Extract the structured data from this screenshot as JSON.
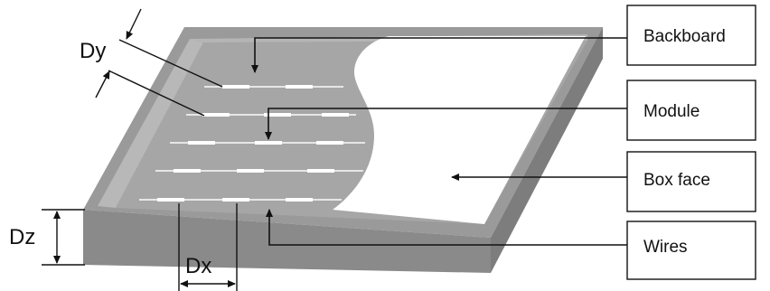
{
  "labels": {
    "backboard": "Backboard",
    "module": "Module",
    "box_face": "Box face",
    "wires": "Wires"
  },
  "dimensions": {
    "dx": "Dx",
    "dy": "Dy",
    "dz": "Dz"
  },
  "colors": {
    "box_top": "#9a9a9a",
    "box_front": "#8a8a8a",
    "box_right": "#7d7d7d",
    "inner_wall": "#aeaeae",
    "inner_floor": "#a6a6a6",
    "box_face": "#ffffff",
    "wire": "#e8e8e8",
    "line": "#111111"
  }
}
